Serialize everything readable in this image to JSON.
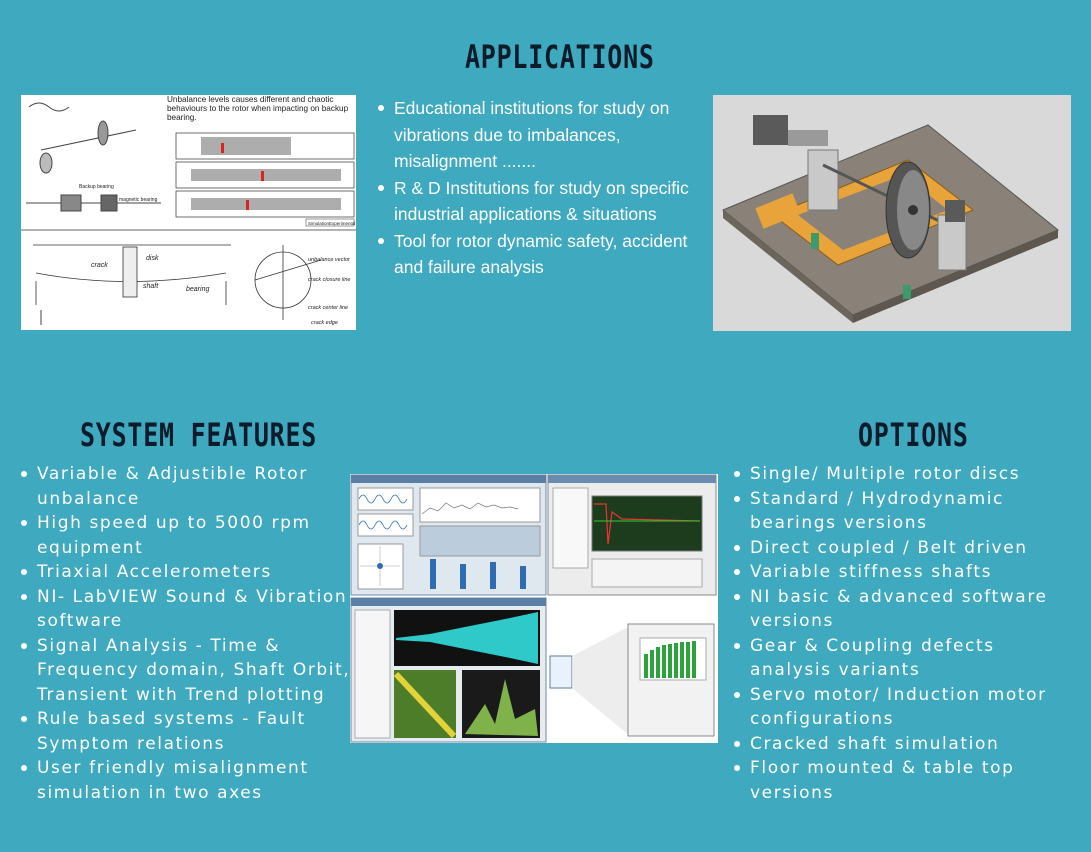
{
  "applications": {
    "title": "APPLICATIONS",
    "items": [
      "Educational institutions for study on vibrations due to imbalances, misalignment .......",
      "R & D Institutions for study on specific industrial applications & situations",
      "Tool for rotor dynamic safety, accident and failure analysis"
    ],
    "diagram_caption": "Unbalance levels causes different and chaotic behaviours to the rotor when impacting on backup bearing.",
    "diagram_labels": [
      "Backup bearing",
      "magnetic bearing",
      "crack",
      "disk",
      "shaft",
      "bearing",
      "unbalance vector",
      "crack closure line",
      "crack center line",
      "crack edge",
      "Simulation",
      "Experimental"
    ]
  },
  "system_features": {
    "title": "SYSTEM FEATURES",
    "items": [
      "Variable & Adjustible Rotor unbalance",
      "High speed up to 5000 rpm equipment",
      "Triaxial Accelerometers",
      "NI- LabVIEW Sound & Vibration software",
      "Signal Analysis - Time & Frequency domain, Shaft Orbit, Transient with Trend plotting",
      "Rule based systems - Fault Symptom relations",
      "User friendly misalignment simulation in two axes"
    ]
  },
  "options": {
    "title": "OPTIONS",
    "items": [
      "Single/ Multiple rotor discs",
      "Standard / Hydrodynamic bearings versions",
      "Direct coupled / Belt driven",
      "Variable stiffness shafts",
      "NI basic & advanced software versions",
      "Gear & Coupling defects analysis variants",
      "Servo motor/ Induction motor configurations",
      "Cracked shaft simulation",
      "Floor mounted & table top versions"
    ]
  },
  "colors": {
    "background": "#3fa9bf",
    "heading": "#0d1b2a",
    "text": "#ffffff"
  },
  "icons": [
    "rotor-diagram",
    "rotor-kit-render",
    "software-screenshots"
  ]
}
